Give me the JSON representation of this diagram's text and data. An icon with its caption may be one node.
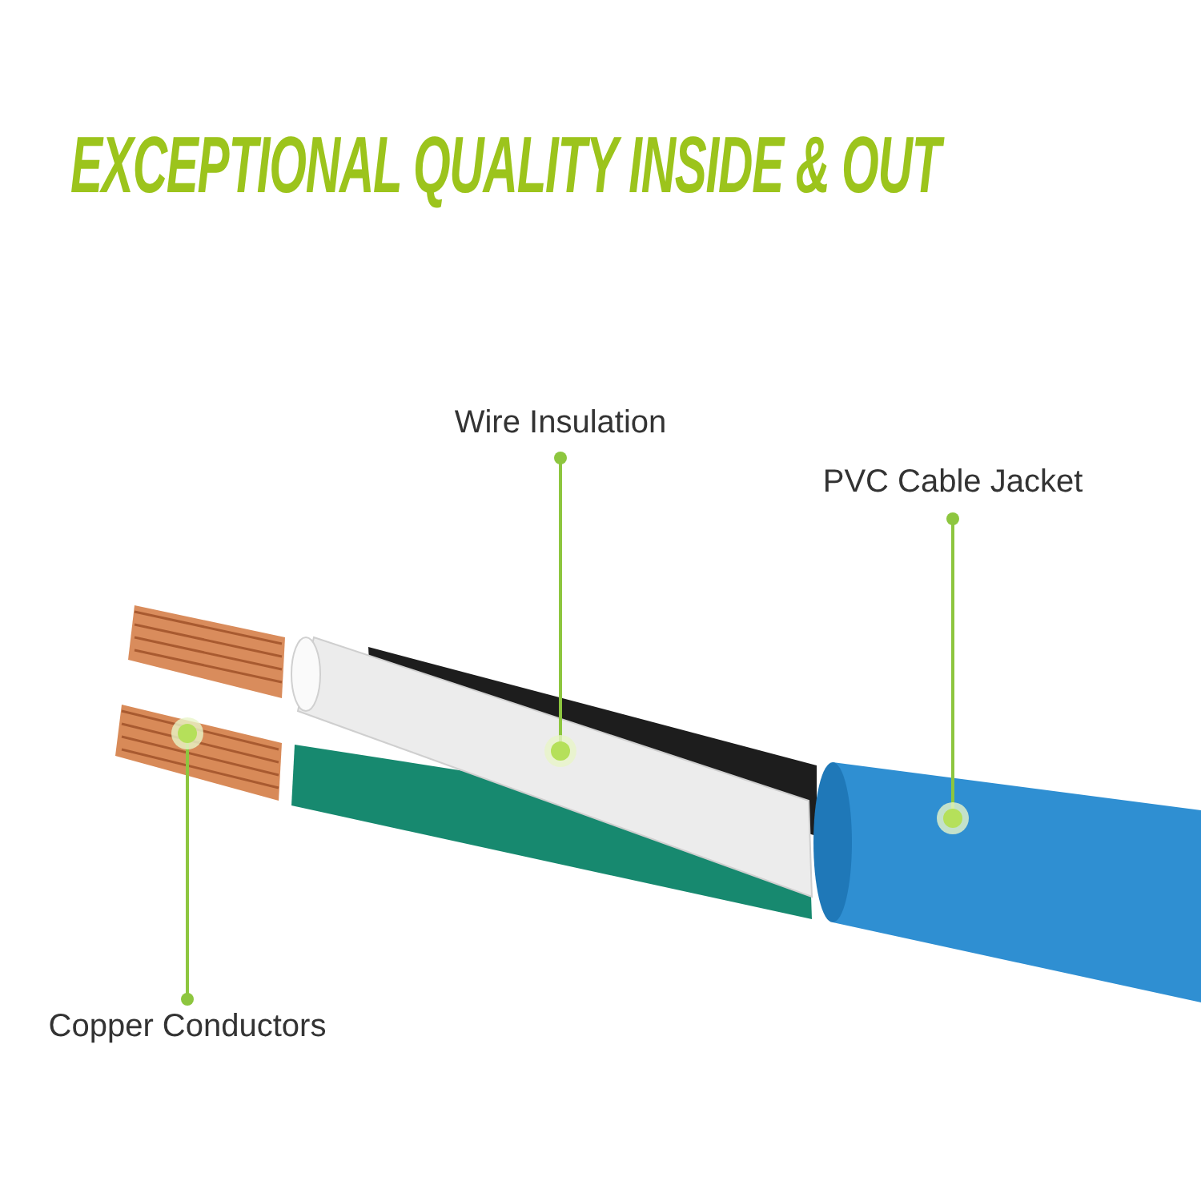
{
  "diagram": {
    "title": "EXCEPTIONAL QUALITY INSIDE & OUT",
    "nodes": [
      {
        "text": [
          "Wire Insulation"
        ]
      },
      {
        "text": [
          "PVC Cable Jacket"
        ]
      },
      {
        "text": [
          "Copper Conductors"
        ]
      },
      {
        "text": [],
        "shape": "picture"
      },
      {
        "text": [],
        "shape": "picture"
      },
      {
        "text": [],
        "shape": "cylinder"
      }
    ],
    "edges": [
      {
        "from": 0,
        "to": 4,
        "arrow": "other"
      },
      {
        "from": 1,
        "to": 5,
        "arrow": "other"
      },
      {
        "from": 2,
        "to": 3,
        "arrow": "other"
      }
    ]
  }
}
